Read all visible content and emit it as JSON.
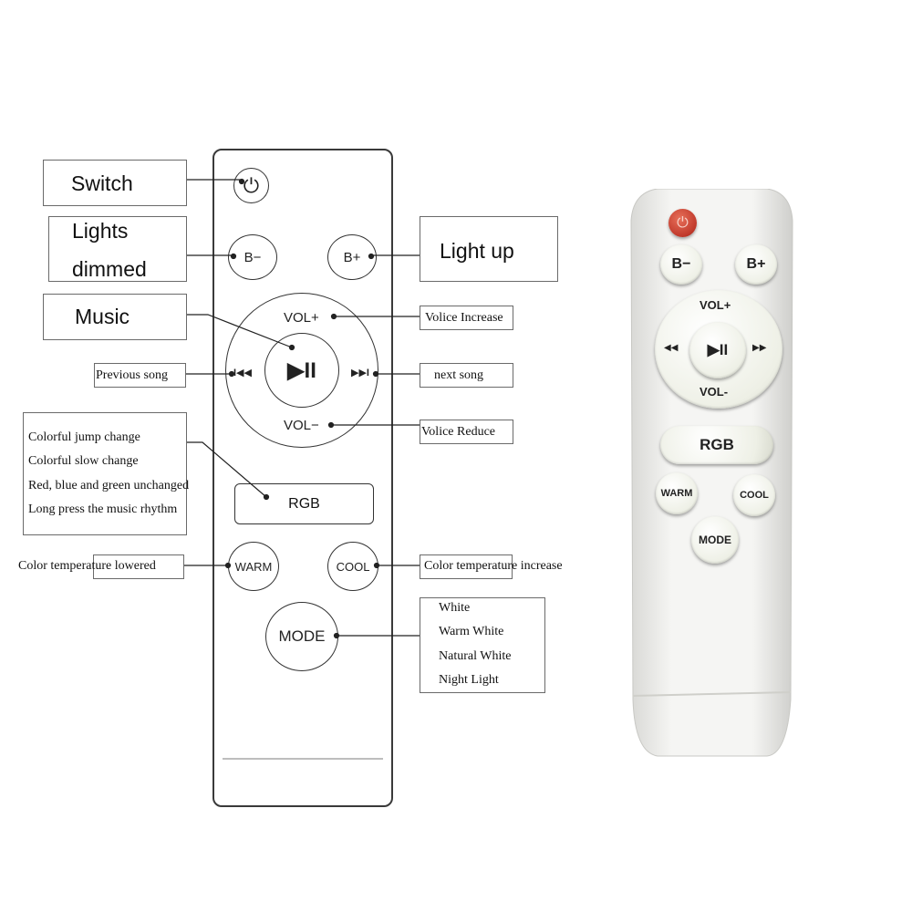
{
  "remote": {
    "power_glyph": "⏻",
    "b_minus": "B−",
    "b_plus": "B+",
    "vol_plus": "VOL+",
    "vol_minus": "VOL−",
    "play_pause": "▶II",
    "prev": "I◀◀",
    "next": "▶▶I",
    "rgb": "RGB",
    "warm": "WARM",
    "cool": "COOL",
    "mode": "MODE"
  },
  "callouts": {
    "switch": "Switch",
    "lights_dimmed_1": "Lights",
    "lights_dimmed_2": "dimmed",
    "light_up": "Light up",
    "music": "Music",
    "volume_increase": "Volice Increase",
    "previous_song": "Previous song",
    "next_song": "next song",
    "volume_reduce": "Volice Reduce",
    "rgb_modes": [
      "Colorful jump change",
      "Colorful slow change",
      "Red, blue and green unchanged",
      "Long press the music rhythm"
    ],
    "color_temp_lowered": "Color temperature lowered",
    "color_temp_increase": "Color temperature increase",
    "mode_list": [
      "White",
      "Warm White",
      "Natural White",
      "Night Light"
    ]
  },
  "photo": {
    "b_minus": "B−",
    "b_plus": "B+",
    "vol_plus": "VOL+",
    "vol_minus": "VOL-",
    "prev": "◀◀",
    "play_pause": "▶II",
    "next": "▶▶",
    "rgb": "RGB",
    "warm": "WARM",
    "cool": "COOL",
    "mode": "MODE"
  },
  "colors": {
    "power_button": "#c0392b",
    "remote_body": "#f3f3f1",
    "outline": "#3a3a3a"
  }
}
